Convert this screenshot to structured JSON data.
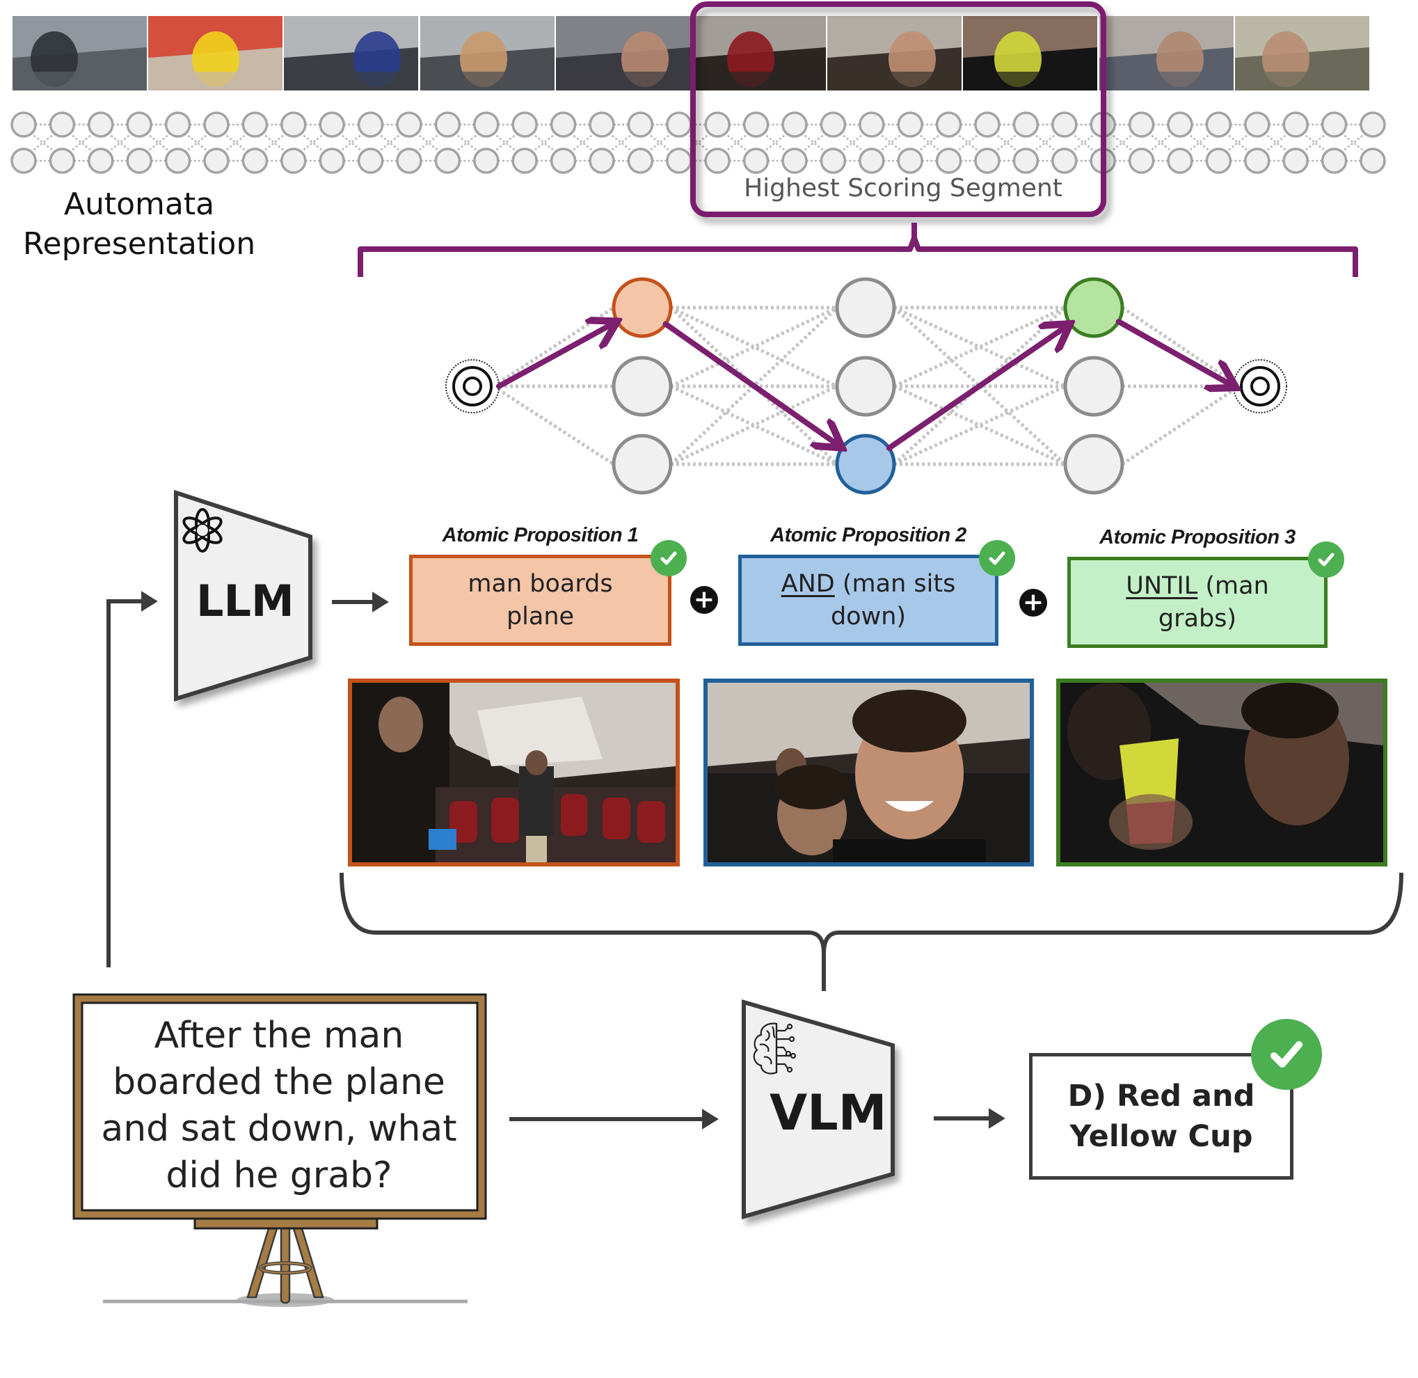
{
  "diagram": {
    "top_strip": {
      "frames": [
        {
          "scene": "airport-entrance-glass",
          "tones": [
            "#5a5f66",
            "#9aa1a8",
            "#2e3236"
          ]
        },
        {
          "scene": "man-smiling-airport-sign",
          "tones": [
            "#c7b8a8",
            "#d63c2a",
            "#f1d21c"
          ]
        },
        {
          "scene": "men-walking-terminal",
          "tones": [
            "#3b3e45",
            "#c8c9cc",
            "#2a3c8e"
          ]
        },
        {
          "scene": "man-backpack-terminal",
          "tones": [
            "#4a4d52",
            "#bfc3c4",
            "#c99a6a"
          ]
        },
        {
          "scene": "man-walkway",
          "tones": [
            "#3a3b40",
            "#8e8f95",
            "#b88a72"
          ]
        },
        {
          "scene": "cabin-aisle",
          "tones": [
            "#2b2522",
            "#b9b3ad",
            "#8c1b1f"
          ]
        },
        {
          "scene": "man-seated-smiling",
          "tones": [
            "#39302b",
            "#c9c2bb",
            "#c08f72"
          ]
        },
        {
          "scene": "man-holding-cup",
          "tones": [
            "#151515",
            "#9a7d6a",
            "#d2d83a"
          ]
        },
        {
          "scene": "man-in-cabin-laughing",
          "tones": [
            "#5a5f6b",
            "#c0b7b0",
            "#b08872"
          ]
        },
        {
          "scene": "man-cabin-door",
          "tones": [
            "#6b6a5a",
            "#c9c6b4",
            "#b98e74"
          ]
        }
      ],
      "node_rows": 2,
      "nodes_per_row": 36
    },
    "automata_label": [
      "Automata",
      "Representation"
    ],
    "highlight_label": "Highest Scoring Segment",
    "highlight_color": "#7b1f6e",
    "automaton": {
      "columns": 3,
      "rows": 3,
      "path": [
        {
          "column": 1,
          "row": 1,
          "color": "#f5c5a8",
          "stroke": "#c4521a"
        },
        {
          "column": 2,
          "row": 3,
          "color": "#a8c8ea",
          "stroke": "#215f99"
        },
        {
          "column": 3,
          "row": 1,
          "color": "#b5e3a0",
          "stroke": "#3c7d22"
        }
      ],
      "idle_fill": "#f0f0f0",
      "idle_stroke": "#8c8c8c",
      "path_color": "#7b1f6e"
    },
    "llm": {
      "label": "LLM",
      "icon": "openai-logo-icon"
    },
    "propositions": [
      {
        "title": "Atomic Proposition 1",
        "operator": "",
        "text": "man boards plane",
        "lines": [
          "man boards",
          "plane"
        ],
        "fill": "#f5c5a8",
        "border": "#c4521a",
        "checked": true
      },
      {
        "title": "Atomic Proposition 2",
        "operator": "AND",
        "text": "(man sits down)",
        "lines": [
          "(man sits",
          "down)"
        ],
        "fill": "#a8c8ea",
        "border": "#215f99",
        "checked": true
      },
      {
        "title": "Atomic Proposition 3",
        "operator": "UNTIL",
        "text": "(man grabs)",
        "lines": [
          "(man",
          "grabs)"
        ],
        "fill": "#c4f0c8",
        "border": "#3c7d22",
        "checked": true
      }
    ],
    "plus_symbol": "+",
    "evidence_frames": [
      {
        "scene": "man-boards-plane-aisle",
        "border": "#c4521a"
      },
      {
        "scene": "man-sits-down-smiling",
        "border": "#215f99"
      },
      {
        "scene": "man-grabs-red-yellow-cup",
        "border": "#3c7d22"
      }
    ],
    "question": "After the man boarded the plane and sat down, what did he grab?",
    "question_lines": [
      "After the man",
      "boarded the plane",
      "and sat down, what",
      "did he grab?"
    ],
    "vlm": {
      "label": "VLM",
      "icon": "brain-circuit-icon"
    },
    "answer": {
      "lines": [
        "D) Red and",
        "Yellow Cup"
      ],
      "text": "D) Red and Yellow Cup",
      "correct": true
    },
    "colors": {
      "check": "#4caf50",
      "arrow": "#3c3c3c",
      "easel": "#a67c45"
    }
  }
}
